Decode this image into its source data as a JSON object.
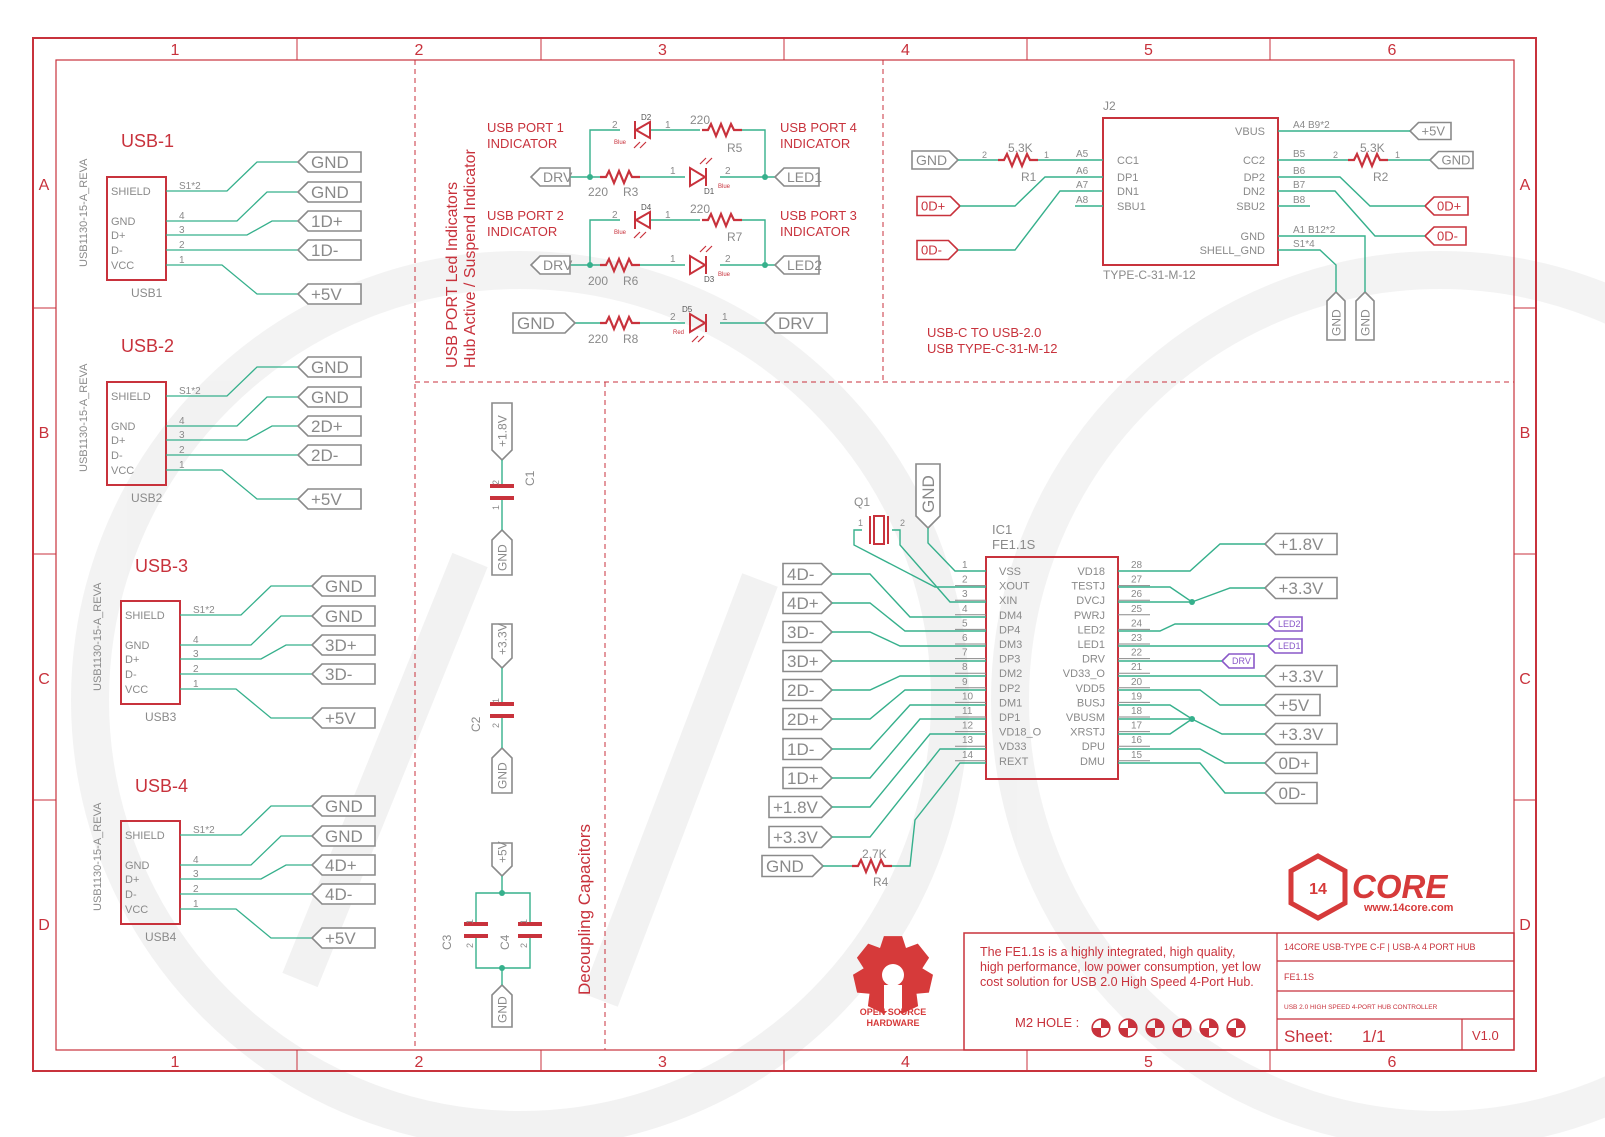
{
  "frame": {
    "cols": [
      "1",
      "2",
      "3",
      "4",
      "5",
      "6"
    ],
    "rows": [
      "A",
      "B",
      "C",
      "D"
    ]
  },
  "colors": {
    "border": "#c8323c",
    "wire": "#36b08c",
    "text_red": "#c8323c",
    "net_gray": "#8a8a8a",
    "net_purple": "#8a58c8"
  },
  "usb_ports": [
    {
      "title": "USB-1",
      "name": "USB1",
      "part": "USB1130-15-A_REVA",
      "nets": [
        "GND",
        "GND",
        "1D+",
        "1D-",
        "+5V"
      ]
    },
    {
      "title": "USB-2",
      "name": "USB2",
      "part": "USB1130-15-A_REVA",
      "nets": [
        "GND",
        "GND",
        "2D+",
        "2D-",
        "+5V"
      ]
    },
    {
      "title": "USB-3",
      "name": "USB3",
      "part": "USB1130-15-A_REVA",
      "nets": [
        "GND",
        "GND",
        "3D+",
        "3D-",
        "+5V"
      ]
    },
    {
      "title": "USB-4",
      "name": "USB4",
      "part": "USB1130-15-A_REVA",
      "nets": [
        "GND",
        "GND",
        "4D+",
        "4D-",
        "+5V"
      ]
    }
  ],
  "usb_pins": {
    "labels": [
      "SHIELD",
      "GND",
      "D+",
      "D-",
      "VCC"
    ],
    "numbers": [
      "S1*2",
      "4",
      "3",
      "2",
      "1"
    ]
  },
  "indicators": {
    "section_title_1": "USB PORT Led Indicators",
    "section_title_2": "Hub Active / Suspend Indicator",
    "port1": [
      "USB PORT 1",
      "INDICATOR"
    ],
    "port2": [
      "USB PORT 2",
      "INDICATOR"
    ],
    "port3": [
      "USB PORT 3",
      "INDICATOR"
    ],
    "port4": [
      "USB PORT 4",
      "INDICATOR"
    ],
    "r3": "R3",
    "r5": "R5",
    "r6": "R6",
    "r7": "R7",
    "r8": "R8",
    "val220": "220",
    "val200": "200",
    "d1": "D1",
    "d2": "D2",
    "d3": "D3",
    "d4": "D4",
    "d5": "D5",
    "blue": "Blue",
    "red_lbl": "Red",
    "drv": "DRV",
    "led1": "LED1",
    "led2": "LED2",
    "gnd": "GND",
    "pin1": "1",
    "pin2": "2"
  },
  "typec": {
    "ref": "J2",
    "part": "TYPE-C-31-M-12",
    "left_pins": [
      "CC1",
      "DP1",
      "DN1",
      "SBU1"
    ],
    "left_nums": [
      "A5",
      "A6",
      "A7",
      "A8"
    ],
    "right_pins": [
      "VBUS",
      "CC2",
      "DP2",
      "DN2",
      "SBU2",
      "GND",
      "SHELL_GND"
    ],
    "right_nums": [
      "A4  B9*2",
      "B5",
      "B6",
      "B7",
      "B8",
      "A1  B12*2",
      "S1*4"
    ],
    "r1": "R1",
    "r2": "R2",
    "r_val": "5.3K",
    "note_1": "USB-C TO USB-2.0",
    "note_2": "USB TYPE-C-31-M-12",
    "nets": {
      "gnd": "GND",
      "dp": "0D+",
      "dm": "0D-",
      "v5": "+5V"
    }
  },
  "caps": {
    "title": "Decoupling Capacitors",
    "c1": "C1",
    "c2": "C2",
    "c3": "C3",
    "c4": "C4",
    "v18": "+1.8V",
    "v33": "+3.3V",
    "v5": "+5V",
    "gnd": "GND",
    "pin1": "1",
    "pin2": "2"
  },
  "ic": {
    "ref": "IC1",
    "part": "FE1.1S",
    "left_pins": [
      "VSS",
      "XOUT",
      "XIN",
      "DM4",
      "DP4",
      "DM3",
      "DP3",
      "DM2",
      "DP2",
      "DM1",
      "DP1",
      "VD18_O",
      "VD33",
      "REXT"
    ],
    "left_nums": [
      "1",
      "2",
      "3",
      "4",
      "5",
      "6",
      "7",
      "8",
      "9",
      "10",
      "11",
      "12",
      "13",
      "14"
    ],
    "right_pins": [
      "VD18",
      "TESTJ",
      "DVCJ",
      "PWRJ",
      "LED2",
      "LED1",
      "DRV",
      "VD33_O",
      "VDD5",
      "BUSJ",
      "VBUSM",
      "XRSTJ",
      "DPU",
      "DMU"
    ],
    "right_nums": [
      "28",
      "27",
      "26",
      "25",
      "24",
      "23",
      "22",
      "21",
      "20",
      "19",
      "18",
      "17",
      "16",
      "15"
    ],
    "crystal": "Q1",
    "gnd_top": "GND",
    "left_nets": [
      "4D-",
      "4D+",
      "3D-",
      "3D+",
      "2D-",
      "2D+",
      "1D-",
      "1D+",
      "+1.8V",
      "+3.3V",
      "GND"
    ],
    "right_nets": [
      "+1.8V",
      "+3.3V",
      "LED2",
      "LED1",
      "DRV",
      "+3.3V",
      "+5V",
      "+3.3V",
      "0D+",
      "0D-"
    ],
    "r4": "R4",
    "r4_val": "2.7K"
  },
  "title_block": {
    "description": "The FE1.1s is a highly integrated, high quality, high performance, low power consumption, yet low cost solution for USB 2.0 High Speed 4-Port Hub.",
    "hole_label": "M2 HOLE :",
    "project": "14CORE USB-TYPE C-F | USB-A 4 PORT HUB",
    "chip": "FE1.1S",
    "subtitle": "USB 2.0 HIGH SPEED 4-PORT HUB CONTROLLER",
    "sheet_label": "Sheet:",
    "sheet_value": "1/1",
    "version": "V1.0"
  },
  "logos": {
    "osh_line1": "OPEN SOURCE",
    "osh_line2": "HARDWARE",
    "core_text": "CORE",
    "core_badge": "14",
    "core_url": "www.14core.com"
  }
}
